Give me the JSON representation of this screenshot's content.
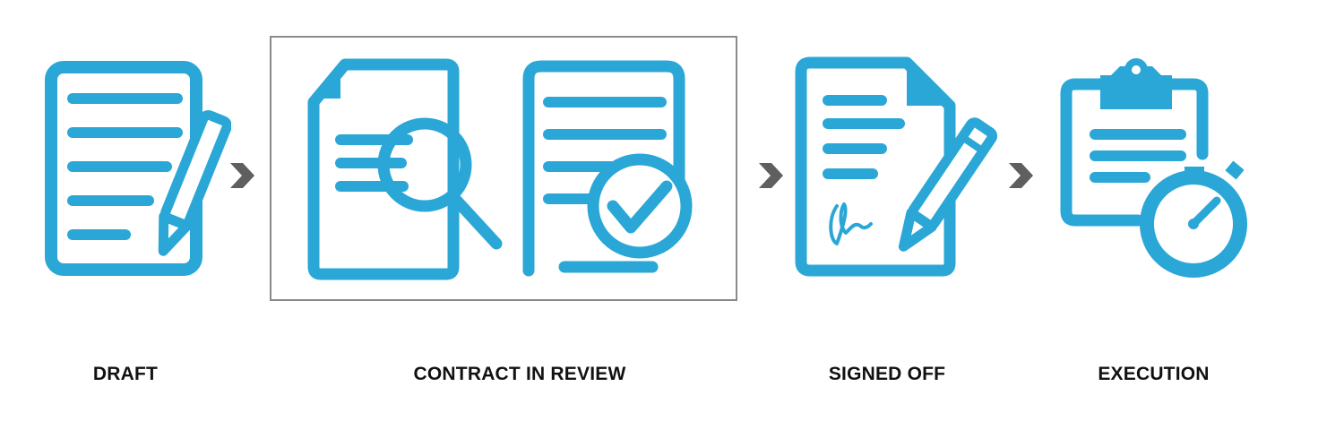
{
  "colors": {
    "icon": "#2aa7d6",
    "arrow": "#5f5f5f",
    "box_border": "#8a8a8a",
    "label": "#111111"
  },
  "steps": [
    {
      "label": "DRAFT",
      "icon": "document-pencil-icon"
    },
    {
      "label": "CONTRACT IN REVIEW",
      "icon": "document-magnifier-and-document-check-icon",
      "highlighted": true
    },
    {
      "label": "SIGNED OFF",
      "icon": "signed-document-pencil-icon"
    },
    {
      "label": "EXECUTION",
      "icon": "clipboard-stopwatch-icon"
    }
  ],
  "connectors": [
    "chevron-right-icon",
    "chevron-right-icon",
    "chevron-right-icon"
  ]
}
